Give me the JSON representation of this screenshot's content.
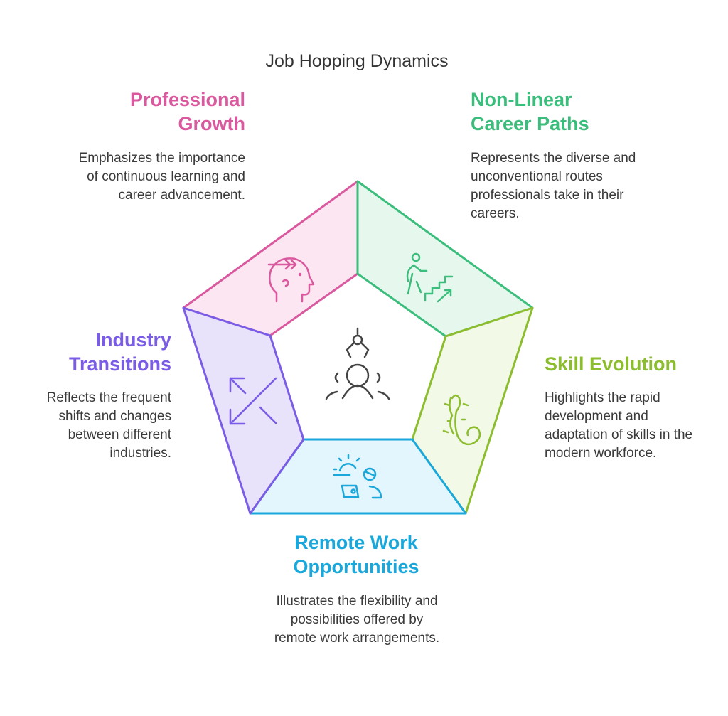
{
  "title": "Job Hopping Dynamics",
  "colors": {
    "pink": "#d9589e",
    "green": "#3bbd7c",
    "lime": "#8cbd2e",
    "blue": "#1aa8dc",
    "purple": "#7a5ce6",
    "center": "#444444"
  },
  "sections": [
    {
      "heading": "Professional Growth",
      "desc": "Emphasizes the importance of continuous learning and career advancement.",
      "icon": "head-growth-icon"
    },
    {
      "heading": "Non-Linear Career Paths",
      "desc": "Represents the diverse and unconventional routes professionals take in their careers.",
      "icon": "person-climbing-stairs-icon"
    },
    {
      "heading": "Skill Evolution",
      "desc": "Highlights the rapid development and adaptation of skills in the modern workforce.",
      "icon": "salamander-icon"
    },
    {
      "heading": "Remote Work Opportunities",
      "desc": "Illustrates the flexibility and possibilities offered by remote work arrangements.",
      "icon": "remote-work-laptop-icon"
    },
    {
      "heading": "Industry Transitions",
      "desc": "Reflects the frequent shifts and changes between different industries.",
      "icon": "arrows-diverge-icon"
    }
  ],
  "center_icon": "talent-claw-person-icon"
}
